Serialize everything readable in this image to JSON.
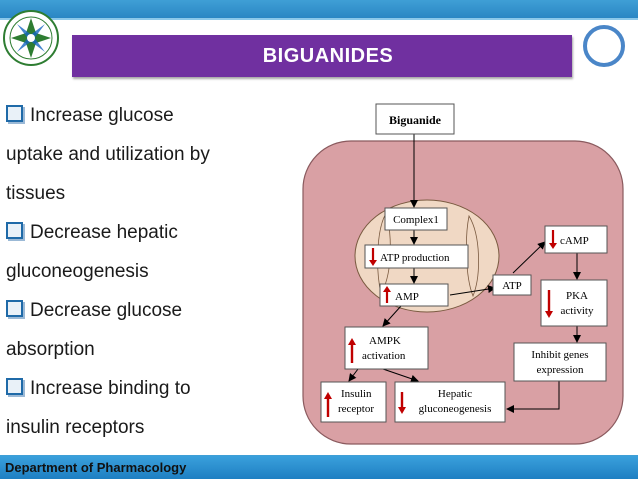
{
  "slide": {
    "title": "BIGUANIDES",
    "footer": "Department of Pharmacology"
  },
  "bullets": {
    "lines": [
      "Increase glucose",
      "uptake and utilization by",
      "tissues",
      "Decrease hepatic",
      "gluconeogenesis",
      "Decrease glucose",
      "absorption",
      "Increase binding to",
      "insulin receptors"
    ]
  },
  "diagram": {
    "biguanide": "Biguanide",
    "complex1": "Complex1",
    "atp_production": "ATP production",
    "amp": "AMP",
    "ampk_1": "AMPK",
    "ampk_2": "activation",
    "atp": "ATP",
    "camp": "cAMP",
    "pka_1": "PKA",
    "pka_2": "activity",
    "inhibit_1": "Inhibit genes",
    "inhibit_2": "expression",
    "insulin_1": "Insulin",
    "insulin_2": "receptor",
    "hepatic_1": "Hepatic",
    "hepatic_2": "gluconeogenesis"
  },
  "colors": {
    "title_bg": "#7030a0",
    "header_blue": "#2a86c4",
    "cell_fill": "#d9a0a4",
    "mito_fill": "#f0d8c4",
    "up_arrow": "#c00000",
    "down_arrow": "#c00000"
  }
}
